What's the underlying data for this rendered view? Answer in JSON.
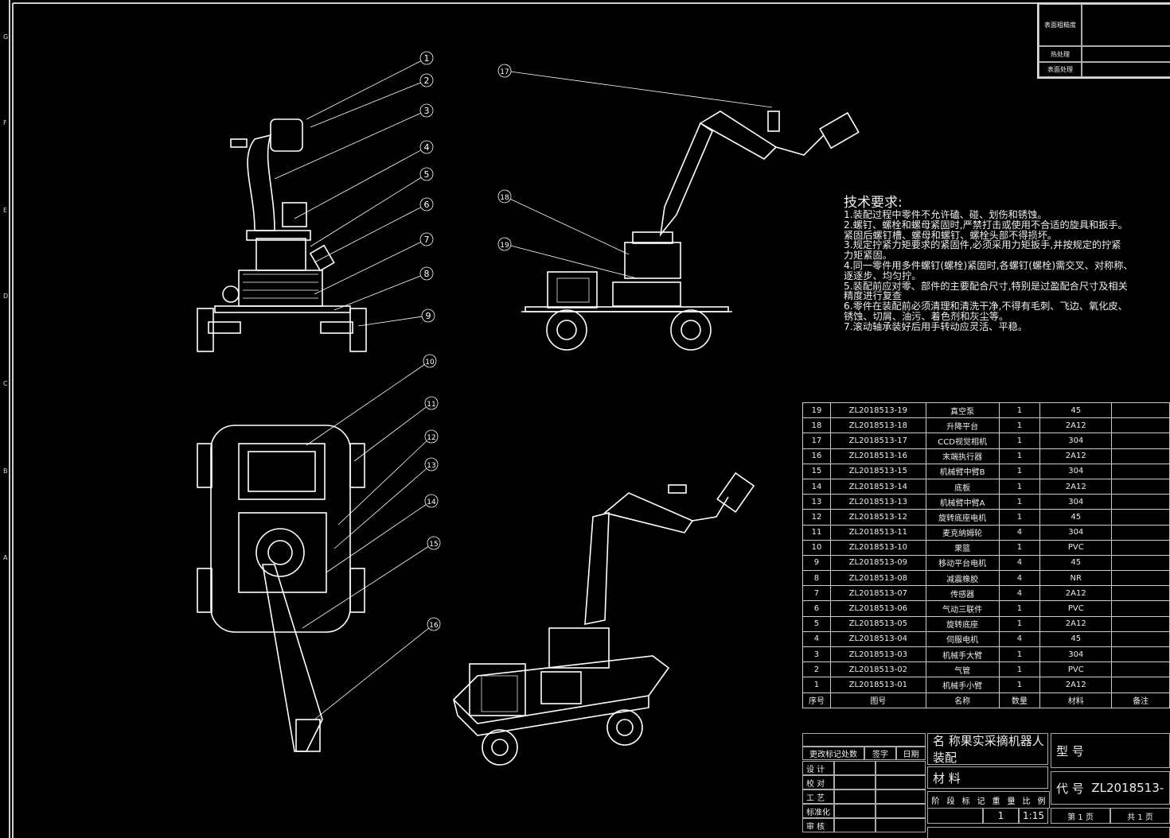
{
  "zones": [
    "G",
    "F",
    "E",
    "D",
    "C",
    "B",
    "A"
  ],
  "surface_block": {
    "rows": [
      "表面粗糙度",
      "热处理",
      "表面处理"
    ]
  },
  "balloons": [
    "1",
    "2",
    "3",
    "4",
    "5",
    "6",
    "7",
    "8",
    "9",
    "10",
    "11",
    "12",
    "13",
    "14",
    "15",
    "16",
    "17",
    "18",
    "19"
  ],
  "tech_requirements": {
    "title": "技术要求:",
    "lines": [
      "1.装配过程中零件不允许磕、碰、划伤和锈蚀。",
      "2.螺钉、螺栓和螺母紧固时,严禁打击或使用不合适的旋具和扳手。",
      "紧固后螺钉槽、螺母和螺钉、螺栓头部不得损坏。",
      "3.规定拧紧力矩要求的紧固件,必须采用力矩扳手,并按规定的拧紧",
      "力矩紧固。",
      "4.同一零件用多件螺钉(螺栓)紧固时,各螺钉(螺栓)需交叉、对称称、",
      "逐逐步、均匀拧。",
      "5.装配前应对零、部件的主要配合尺寸,特别是过盈配合尺寸及相关",
      "精度进行复查",
      "6.零件在装配前必须清理和清洗干净,不得有毛刺、飞边、氧化皮、",
      "锈蚀、切屑、油污、着色剂和灰尘等。",
      "7.滚动轴承装好后用手转动应灵活、平稳。"
    ]
  },
  "parts_table": {
    "headers": [
      "序号",
      "图号",
      "名称",
      "数量",
      "材料",
      "备注"
    ],
    "rows": [
      [
        "19",
        "ZL2018513-19",
        "真空泵",
        "1",
        "45",
        ""
      ],
      [
        "18",
        "ZL2018513-18",
        "升降平台",
        "1",
        "2A12",
        ""
      ],
      [
        "17",
        "ZL2018513-17",
        "CCD视觉相机",
        "1",
        "304",
        ""
      ],
      [
        "16",
        "ZL2018513-16",
        "末端执行器",
        "1",
        "2A12",
        ""
      ],
      [
        "15",
        "ZL2018513-15",
        "机械臂中臂B",
        "1",
        "304",
        ""
      ],
      [
        "14",
        "ZL2018513-14",
        "底板",
        "1",
        "2A12",
        ""
      ],
      [
        "13",
        "ZL2018513-13",
        "机械臂中臂A",
        "1",
        "304",
        ""
      ],
      [
        "12",
        "ZL2018513-12",
        "旋转底座电机",
        "1",
        "45",
        ""
      ],
      [
        "11",
        "ZL2018513-11",
        "麦克纳姆轮",
        "4",
        "304",
        ""
      ],
      [
        "10",
        "ZL2018513-10",
        "果篮",
        "1",
        "PVC",
        ""
      ],
      [
        "9",
        "ZL2018513-09",
        "移动平台电机",
        "4",
        "45",
        ""
      ],
      [
        "8",
        "ZL2018513-08",
        "减震橡胶",
        "4",
        "NR",
        ""
      ],
      [
        "7",
        "ZL2018513-07",
        "传感器",
        "4",
        "2A12",
        ""
      ],
      [
        "6",
        "ZL2018513-06",
        "气动三联件",
        "1",
        "PVC",
        ""
      ],
      [
        "5",
        "ZL2018513-05",
        "旋转底座",
        "1",
        "2A12",
        ""
      ],
      [
        "4",
        "ZL2018513-04",
        "伺服电机",
        "4",
        "45",
        ""
      ],
      [
        "3",
        "ZL2018513-03",
        "机械手大臂",
        "1",
        "304",
        ""
      ],
      [
        "2",
        "ZL2018513-02",
        "气管",
        "1",
        "PVC",
        ""
      ],
      [
        "1",
        "ZL2018513-01",
        "机械手小臂",
        "1",
        "2A12",
        ""
      ]
    ]
  },
  "title_block": {
    "change_header": [
      "更改标记处数",
      "签字",
      "日期"
    ],
    "roles": [
      "设 计",
      "校 对",
      "工 艺",
      "标准化",
      "审 核"
    ],
    "name": "名 称果实采摘机器人装配",
    "material": "材 料",
    "stage_header": [
      "阶",
      "段",
      "标",
      "记",
      "重",
      "量",
      "比",
      "例"
    ],
    "weight": "1",
    "scale": "1:15",
    "model": "型 号",
    "code_label": "代 号",
    "code": "ZL2018513-",
    "sheet": "第 1 页",
    "total": "共 1 页"
  }
}
